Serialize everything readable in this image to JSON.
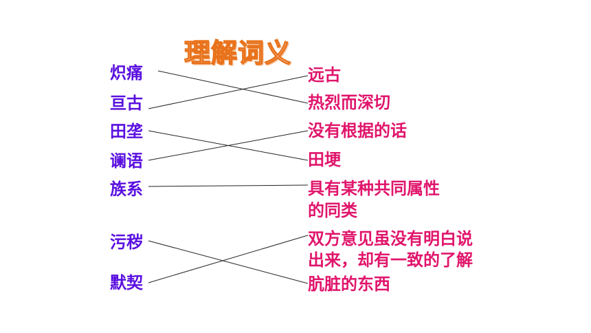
{
  "title": "理解词义",
  "terms": [
    "炽痛",
    "亘古",
    "田垄",
    "谰语",
    "族系",
    "污秽",
    "默契"
  ],
  "definitions": [
    "远古",
    "热烈而深切",
    "没有根据的话",
    "田埂",
    "具有某种共同属性",
    "的同类",
    "双方意见虽没有明白说",
    "出来，却有一致的了解",
    "肮脏的东西"
  ],
  "matches": [
    {
      "term": "炽痛",
      "definition": "热烈而深切"
    },
    {
      "term": "亘古",
      "definition": "远古"
    },
    {
      "term": "田垄",
      "definition": "田埂"
    },
    {
      "term": "谰语",
      "definition": "没有根据的话"
    },
    {
      "term": "族系",
      "definition": "具有某种共同属性的同类"
    },
    {
      "term": "污秽",
      "definition": "肮脏的东西"
    },
    {
      "term": "默契",
      "definition": "双方意见虽没有明白说出来，却有一致的了解"
    }
  ],
  "colors": {
    "title": "#e8731c",
    "term": "#5a10e0",
    "definition": "#e0156b",
    "line": "#222222"
  }
}
